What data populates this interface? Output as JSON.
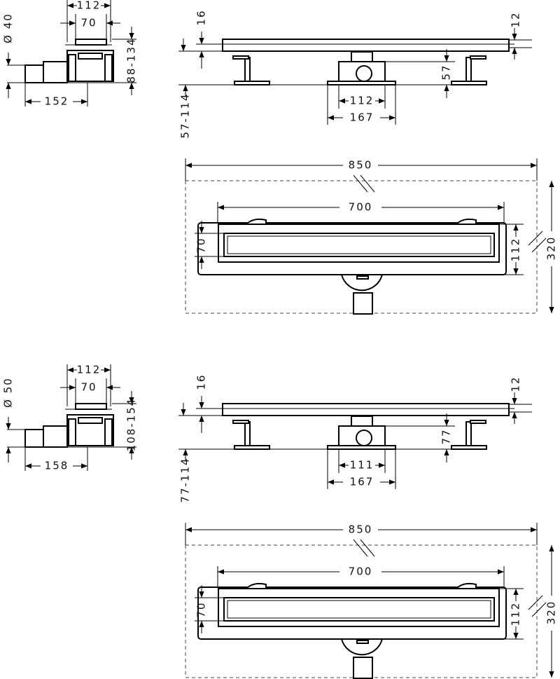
{
  "drawings": [
    {
      "side_view": {
        "diameter": "Ø 40",
        "width_outer": "112",
        "width_inner": "70",
        "height_range": "88-134",
        "length": "152"
      },
      "elevation": {
        "cover_offset": "16",
        "cover_thickness": "12",
        "outlet_height": "57",
        "height_range": "57-114",
        "box_inner": "112",
        "box_outer": "167"
      },
      "plan": {
        "overall_length": "850",
        "channel_length": "700",
        "grate_width": "70",
        "channel_width": "112",
        "overall_width": "320"
      }
    },
    {
      "side_view": {
        "diameter": "Ø 50",
        "width_outer": "112",
        "width_inner": "70",
        "height_range": "108-154",
        "length": "158"
      },
      "elevation": {
        "cover_offset": "16",
        "cover_thickness": "12",
        "outlet_height": "77",
        "height_range": "77-114",
        "box_inner": "111",
        "box_outer": "167"
      },
      "plan": {
        "overall_length": "850",
        "channel_length": "700",
        "grate_width": "70",
        "channel_width": "112",
        "overall_width": "320"
      }
    }
  ]
}
